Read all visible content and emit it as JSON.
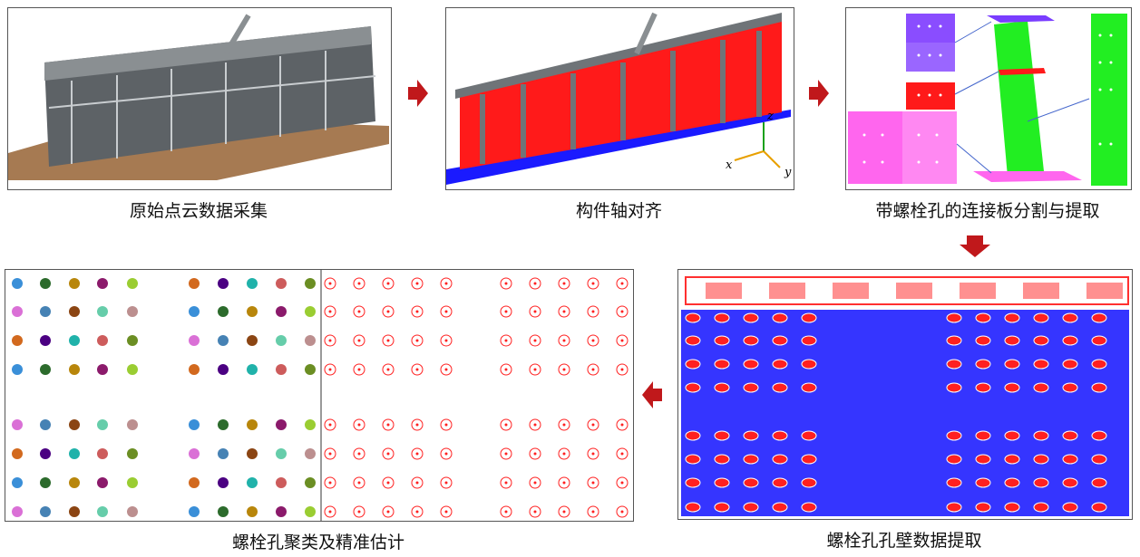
{
  "steps": [
    {
      "caption": "原始点云数据采集"
    },
    {
      "caption": "构件轴对齐"
    },
    {
      "caption": "带螺栓孔的连接板分割与提取"
    },
    {
      "caption": "螺栓孔孔壁数据提取"
    },
    {
      "caption": "螺栓孔聚类及精准估计"
    }
  ],
  "axes": {
    "x": "x",
    "y": "y",
    "z": "z"
  },
  "colors": {
    "arrow": "#c0181b",
    "plate_red": "#ff1a1a",
    "plate_blue": "#1a1aff",
    "plate_green": "#22ee22",
    "plate_magenta": "#ff55ee",
    "plate_purple": "#8a4dff",
    "steel": "#6f7478"
  },
  "icons": [
    "arrow-right-icon",
    "arrow-down-icon",
    "arrow-left-icon"
  ]
}
